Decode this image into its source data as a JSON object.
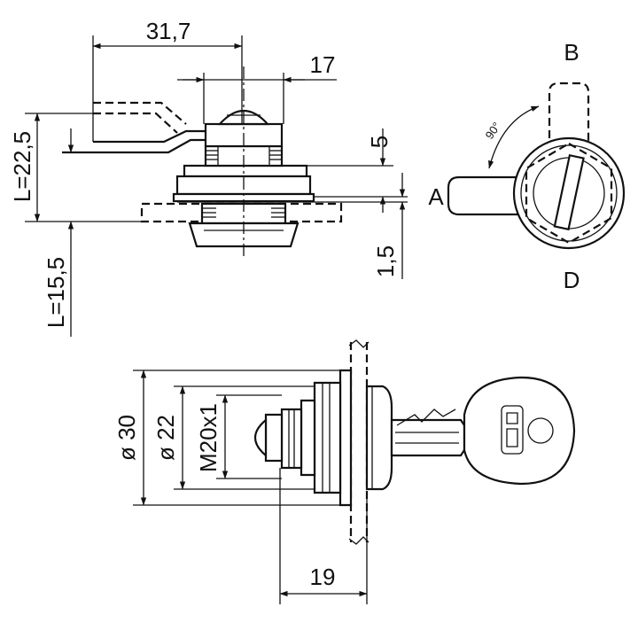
{
  "dimensions": {
    "width_31_7": "31,7",
    "width_17": "17",
    "height_5": "5",
    "height_1_5": "1,5",
    "length_22_5": "L=22,5",
    "length_15_5": "L=15,5",
    "diameter_30": "ø 30",
    "diameter_22": "ø 22",
    "thread": "M20x1",
    "length_19": "19"
  },
  "positions": {
    "a": "A",
    "b": "B",
    "d": "D",
    "angle": "90°"
  }
}
